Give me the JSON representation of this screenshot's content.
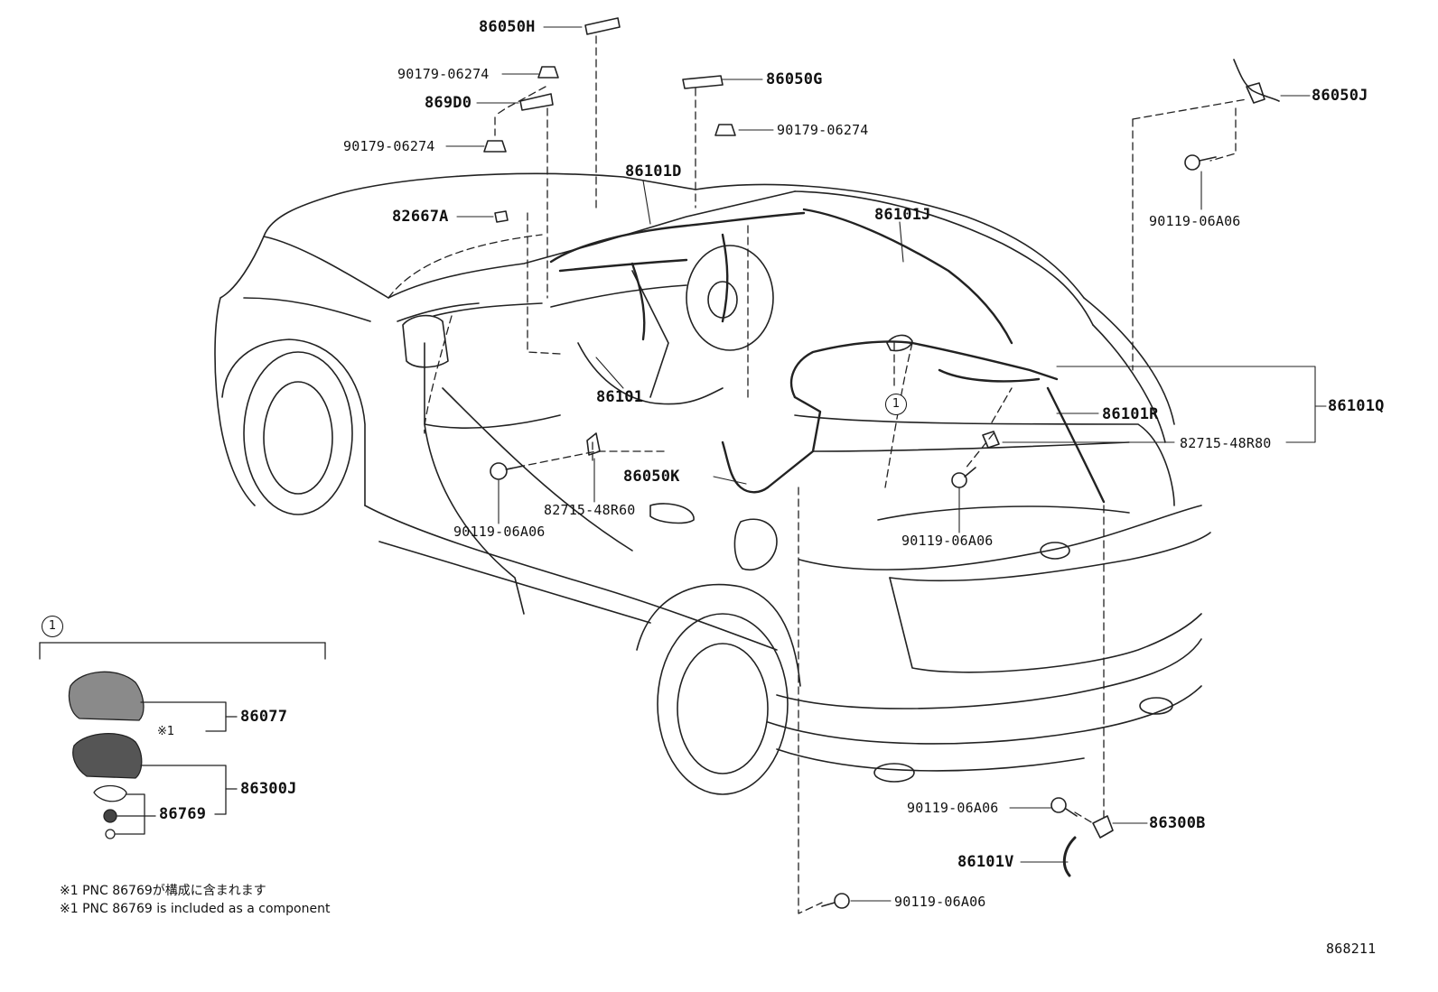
{
  "parts": {
    "p86050H": "86050H",
    "p90179_a": "90179-06274",
    "p869D0": "869D0",
    "p90179_b": "90179-06274",
    "p86050G": "86050G",
    "p90179_c": "90179-06274",
    "p86050J": "86050J",
    "p90119_a": "90119-06A06",
    "p86101D": "86101D",
    "p82667A": "82667A",
    "p86101J": "86101J",
    "p86101": "86101",
    "p86101Q": "86101Q",
    "p86101R": "86101R",
    "p82715_48R80": "82715-48R80",
    "p86050K": "86050K",
    "p90119_b": "90119-06A06",
    "p82715_48R60": "82715-48R60",
    "p90119_c": "90119-06A06",
    "p86077": "86077",
    "p86300J": "86300J",
    "p86769": "86769",
    "p90119_d": "90119-06A06",
    "p86300B": "86300B",
    "p86101V": "86101V",
    "p90119_e": "90119-06A06"
  },
  "callout": {
    "circle_label": "1",
    "star_ref": "※1"
  },
  "notes": {
    "jp": "※1 PNC 86769が構成に含まれます",
    "en": "※1 PNC 86769 is included as a component"
  },
  "figure_id": "868211"
}
